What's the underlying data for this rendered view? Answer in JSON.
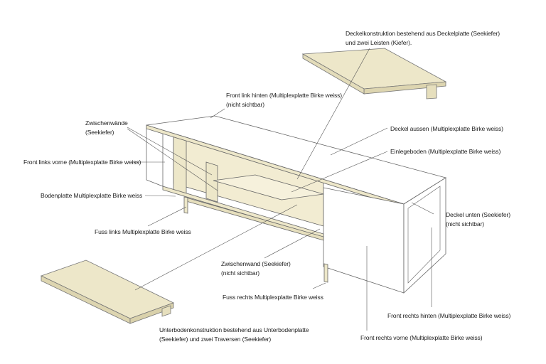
{
  "colors": {
    "wood": "#ede7c9",
    "wood_edge": "#d8d0a8",
    "line": "#555555",
    "panel": "#ffffff",
    "background": "#ffffff"
  },
  "labels": {
    "deckelkonstruktion": [
      "Deckelkonstruktion bestehend aus Deckelplatte (Seekiefer)",
      "und zwei Leisten (Kiefer)."
    ],
    "front_link_hinten": [
      "Front link hinten (Multiplexplatte Birke weiss)",
      "(nicht sichtbar)"
    ],
    "zwischenwaende": [
      "Zwischenwände",
      "(Seekiefer)"
    ],
    "deckel_aussen": [
      "Deckel aussen (Multiplexplatte Birke weiss)"
    ],
    "einlegeboden": [
      "Einlegeboden (Multiplexplatte Birke weiss)"
    ],
    "front_links_vorne": [
      "Front links vorne (Multiplexplatte Birke weiss)"
    ],
    "bodenplatte": [
      "Bodenplatte Multiplexplatte Birke weiss"
    ],
    "deckel_unten": [
      "Deckel unten (Seekiefer)",
      "(nicht sichtbar)"
    ],
    "fuss_links": [
      "Fuss links Multiplexplatte Birke weiss"
    ],
    "zwischenwand": [
      "Zwischenwand (Seekiefer)",
      "(nicht sichtbar)"
    ],
    "fuss_rechts": [
      "Fuss rechts Multiplexplatte Birke weiss"
    ],
    "front_rechts_hinten": [
      "Front rechts hinten (Multiplexplatte Birke weiss)"
    ],
    "unterbodenkonstruktion": [
      "Unterbodenkonstruktion bestehend aus Unterbodenplatte",
      "(Seekiefer) und zwei Traversen (Seekiefer)"
    ],
    "front_rechts_vorne": [
      "Front rechts vorne (Multiplexplatte Birke weiss)"
    ]
  }
}
